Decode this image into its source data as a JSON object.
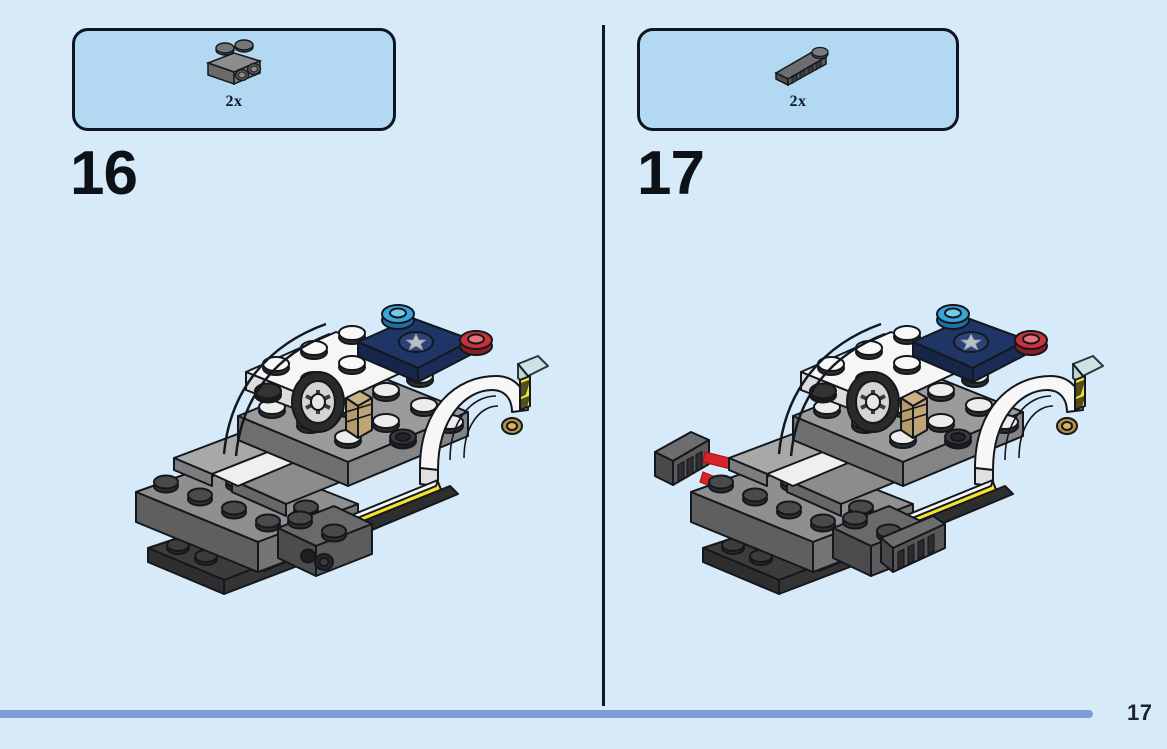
{
  "document": {
    "type": "lego-building-instructions",
    "page_number": "17",
    "background_color": "#d6eaf9",
    "accent_rule_color": "#7d9fd3"
  },
  "steps": [
    {
      "number": "16",
      "parts": [
        {
          "name": "brick-1x2-with-studs-on-side",
          "quantity": "2x",
          "color": "#6e6e6e",
          "color_name": "dark-bluish-gray"
        }
      ],
      "model": {
        "name": "police-car-chassis",
        "description": "Partially built white and gray police sports car with dark blue hood, blue and red light bricks, steering wheel and yellow stripe"
      }
    },
    {
      "number": "17",
      "parts": [
        {
          "name": "slope-1x3-grille",
          "quantity": "2x",
          "color": "#5a5a5a",
          "color_name": "dark-bluish-gray"
        }
      ],
      "model": {
        "name": "police-car-chassis-with-grille",
        "description": "Same police car with two dark gray grille slope pieces being attached to the rear side, indicated by two red assembly arrows"
      },
      "assembly_arrows": 2
    }
  ],
  "palette": {
    "part_box_fill": "#b3d8f2",
    "part_box_border": "#0d1520",
    "divider": "#101820",
    "arrow_red": "#d8232a",
    "body_white": "#f2f2f2",
    "body_gray": "#9a9a9a",
    "body_dark_gray": "#5e5e5e",
    "body_black": "#3a3a3a",
    "hood_blue": "#1f3566",
    "light_blue_trans": "#3aa3d9",
    "light_red_trans": "#c8323a",
    "stripe_yellow": "#f2e32c",
    "badge_silver": "#b9bfc6",
    "tan": "#cbb183"
  }
}
